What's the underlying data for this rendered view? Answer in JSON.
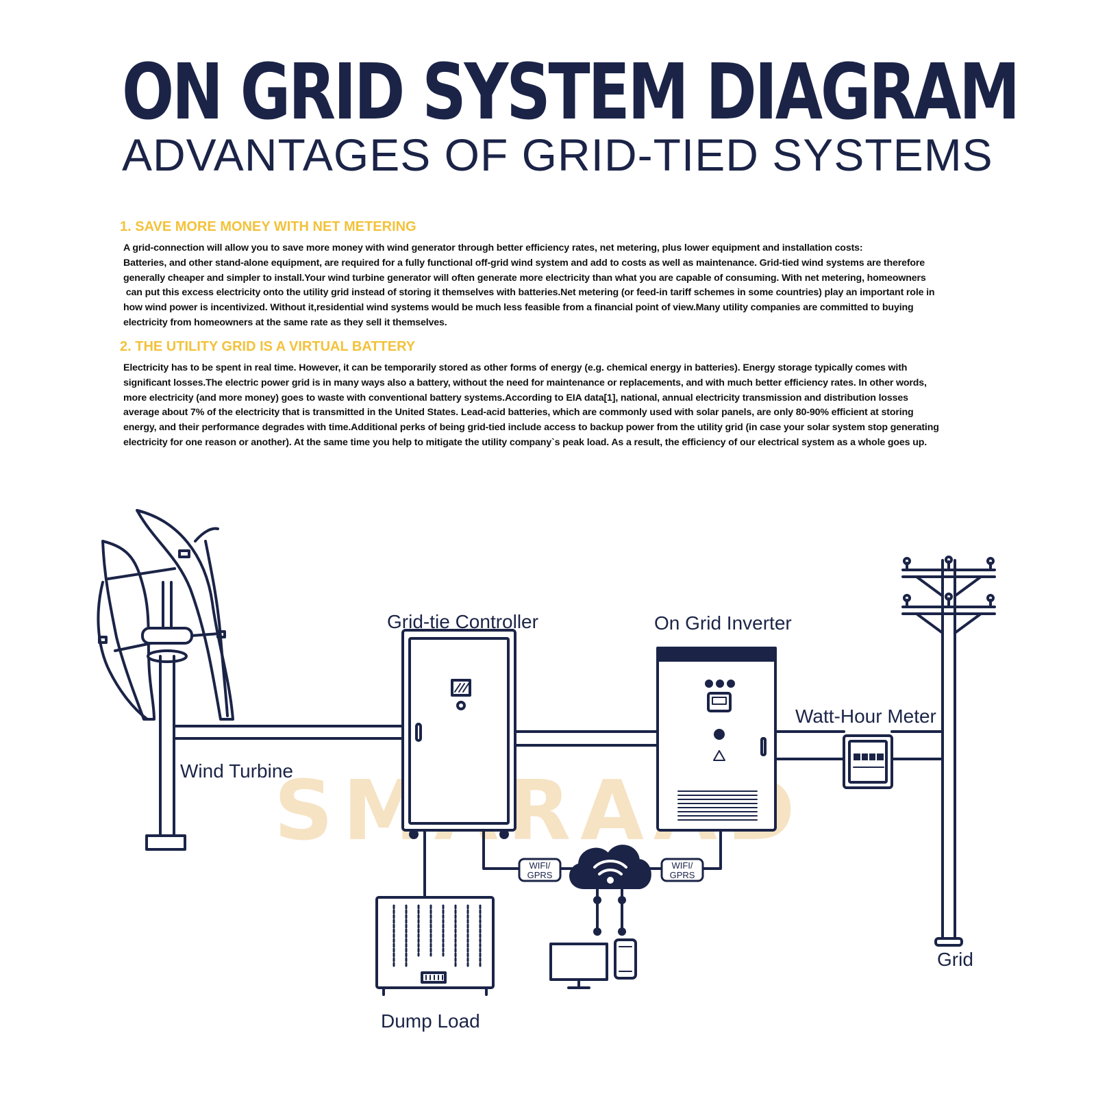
{
  "header": {
    "title": "ON GRID SYSTEM DIAGRAM",
    "subtitle": "ADVANTAGES OF GRID-TIED SYSTEMS"
  },
  "sections": [
    {
      "heading": "1. SAVE MORE MONEY WITH NET METERING",
      "lines": [
        "A grid-connection will allow you to save more money with wind generator through better efficiency rates, net metering, plus lower equipment and installation costs:",
        "Batteries, and other stand-alone equipment, are required for a fully functional off-grid wind system and add to costs as well as maintenance. Grid-tied wind systems are therefore",
        "generally cheaper and simpler to install.Your wind turbine generator will often generate more electricity than what you are capable of consuming. With net metering, homeowners",
        " can put this excess electricity onto the utility grid instead of storing it themselves with batteries.Net metering (or feed-in tariff schemes in some countries) play an important role in",
        "how wind power is incentivized. Without it,residential wind systems would be much less feasible from a financial point of view.Many utility companies are committed to buying",
        "electricity from homeowners at the same rate as they sell it themselves."
      ]
    },
    {
      "heading": "2. THE UTILITY GRID IS A VIRTUAL BATTERY",
      "lines": [
        "Electricity has to be spent in real time. However, it can be temporarily stored as other forms of energy (e.g. chemical energy in batteries). Energy storage typically comes with",
        "significant losses.The electric power grid is in many ways also a battery, without the need for maintenance or replacements, and with much better efficiency rates. In other words,",
        "more electricity (and more money) goes to waste with conventional battery systems.According to EIA data[1], national, annual electricity transmission and distribution losses",
        "average about 7% of the electricity that is transmitted in the United States. Lead-acid batteries, which are commonly used with solar panels, are only 80-90% efficient at storing",
        "energy, and their performance degrades with time.Additional perks of being grid-tied include access to backup power from the utility grid (in case your solar system stop generating",
        "electricity for one reason or another). At the same time you help to mitigate the utility company`s peak load. As a result, the efficiency of our electrical system as a whole goes up."
      ]
    }
  ],
  "diagram": {
    "labels": {
      "wind_turbine": "Wind Turbine",
      "controller": "Grid-tie Controller",
      "inverter": "On Grid Inverter",
      "meter": "Watt-Hour Meter",
      "grid": "Grid",
      "dump_load": "Dump Load"
    },
    "wifi_badge_line1": "WIFI/",
    "wifi_badge_line2": "GPRS",
    "watermark": "SMARAAD"
  },
  "colors": {
    "navy": "#1b2447",
    "accent_yellow": "#f3c23a",
    "watermark": "#f6e3c4"
  }
}
